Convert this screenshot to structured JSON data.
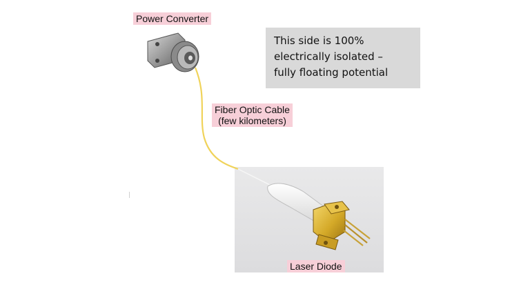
{
  "labels": {
    "power_converter": "Power Converter",
    "fiber_line1": "Fiber Optic Cable",
    "fiber_line2": "(few kilometers)",
    "laser_diode": "Laser Diode"
  },
  "note": {
    "line1": "This side is 100%",
    "line2": "electrically isolated –",
    "line3": "fully floating potential"
  },
  "colors": {
    "label_bg": "#f7cfd8",
    "note_bg": "#d9d9d9",
    "fiber": "#f0d35a"
  }
}
